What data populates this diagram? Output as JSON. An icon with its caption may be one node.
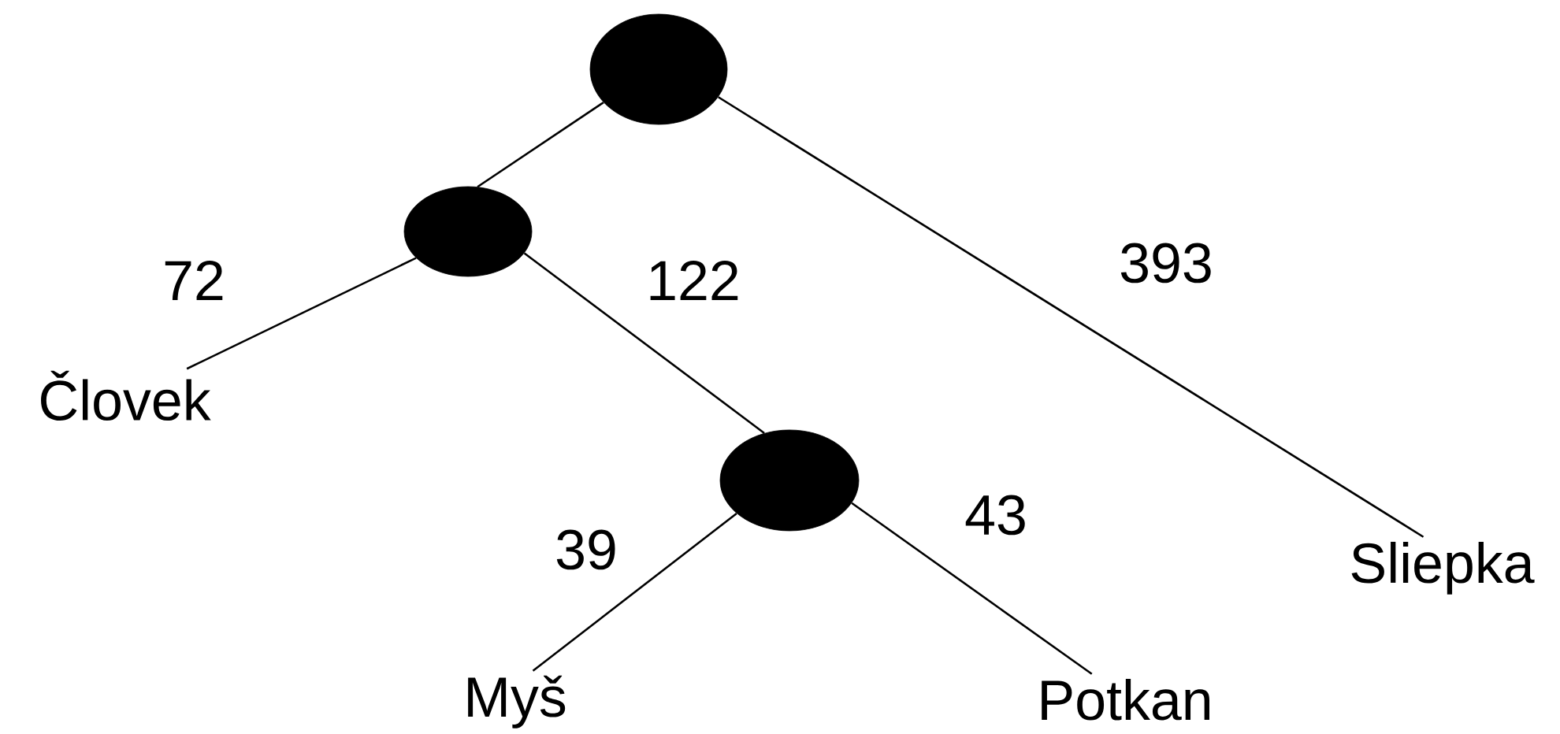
{
  "diagram": {
    "nodes": [
      {
        "text": [],
        "shape": "circle"
      },
      {
        "text": [],
        "shape": "circle"
      },
      {
        "text": [
          "Človek"
        ]
      },
      {
        "text": [],
        "shape": "circle"
      },
      {
        "text": [
          "Sliepka"
        ]
      },
      {
        "text": [
          "Myš"
        ]
      },
      {
        "text": [
          "Potkan"
        ]
      }
    ],
    "edges": [
      {
        "from": 0,
        "to": 1,
        "arrow": "none"
      },
      {
        "from": 0,
        "to": 4,
        "arrow": "none",
        "label": "393"
      },
      {
        "from": 1,
        "to": 2,
        "arrow": "none",
        "label": "72"
      },
      {
        "from": 1,
        "to": 3,
        "arrow": "none",
        "label": "122"
      },
      {
        "from": 3,
        "to": 5,
        "arrow": "none",
        "label": "39"
      },
      {
        "from": 3,
        "to": 6,
        "arrow": "none",
        "label": "43"
      }
    ]
  }
}
